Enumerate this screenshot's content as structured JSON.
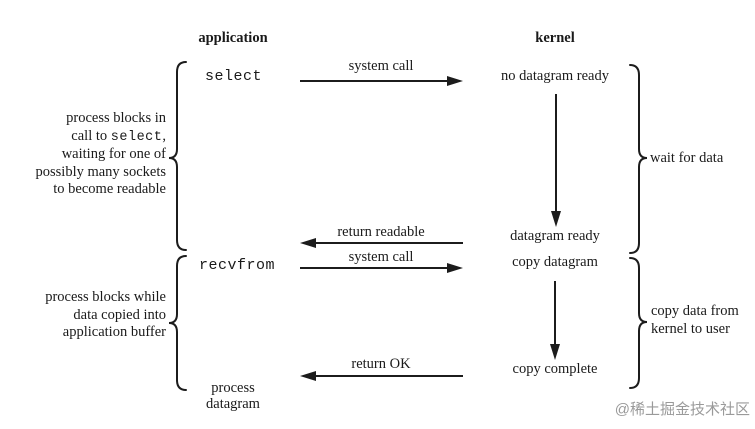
{
  "headers": {
    "application": "application",
    "kernel": "kernel"
  },
  "app_column": {
    "select_call": "select",
    "recvfrom_call": "recvfrom",
    "process_datagram_line1": "process",
    "process_datagram_line2": "datagram"
  },
  "kernel_column": {
    "no_datagram_ready": "no datagram ready",
    "datagram_ready": "datagram ready",
    "copy_datagram": "copy datagram",
    "copy_complete": "copy complete"
  },
  "arrow_labels": {
    "system_call_select": "system call",
    "return_readable": "return readable",
    "system_call_recvfrom": "system call",
    "return_ok": "return OK"
  },
  "select_note": {
    "line1": "process blocks in",
    "line2_pre": "call to ",
    "line2_code": "select",
    "line2_post": ",",
    "line3": "waiting for one of",
    "line4": "possibly many sockets",
    "line5": "to become readable"
  },
  "recvfrom_note": {
    "line1": "process blocks while",
    "line2": "data copied into",
    "line3": "application buffer"
  },
  "kernel_notes": {
    "wait_for_data": "wait for data",
    "copy_data_line1": "copy data from",
    "copy_data_line2": "kernel to user"
  },
  "watermark": "@稀土掘金技术社区",
  "colors": {
    "line": "#1c1c1c",
    "text": "#1a1a1a",
    "watermark": "#9a9a9a",
    "background": "#ffffff"
  }
}
